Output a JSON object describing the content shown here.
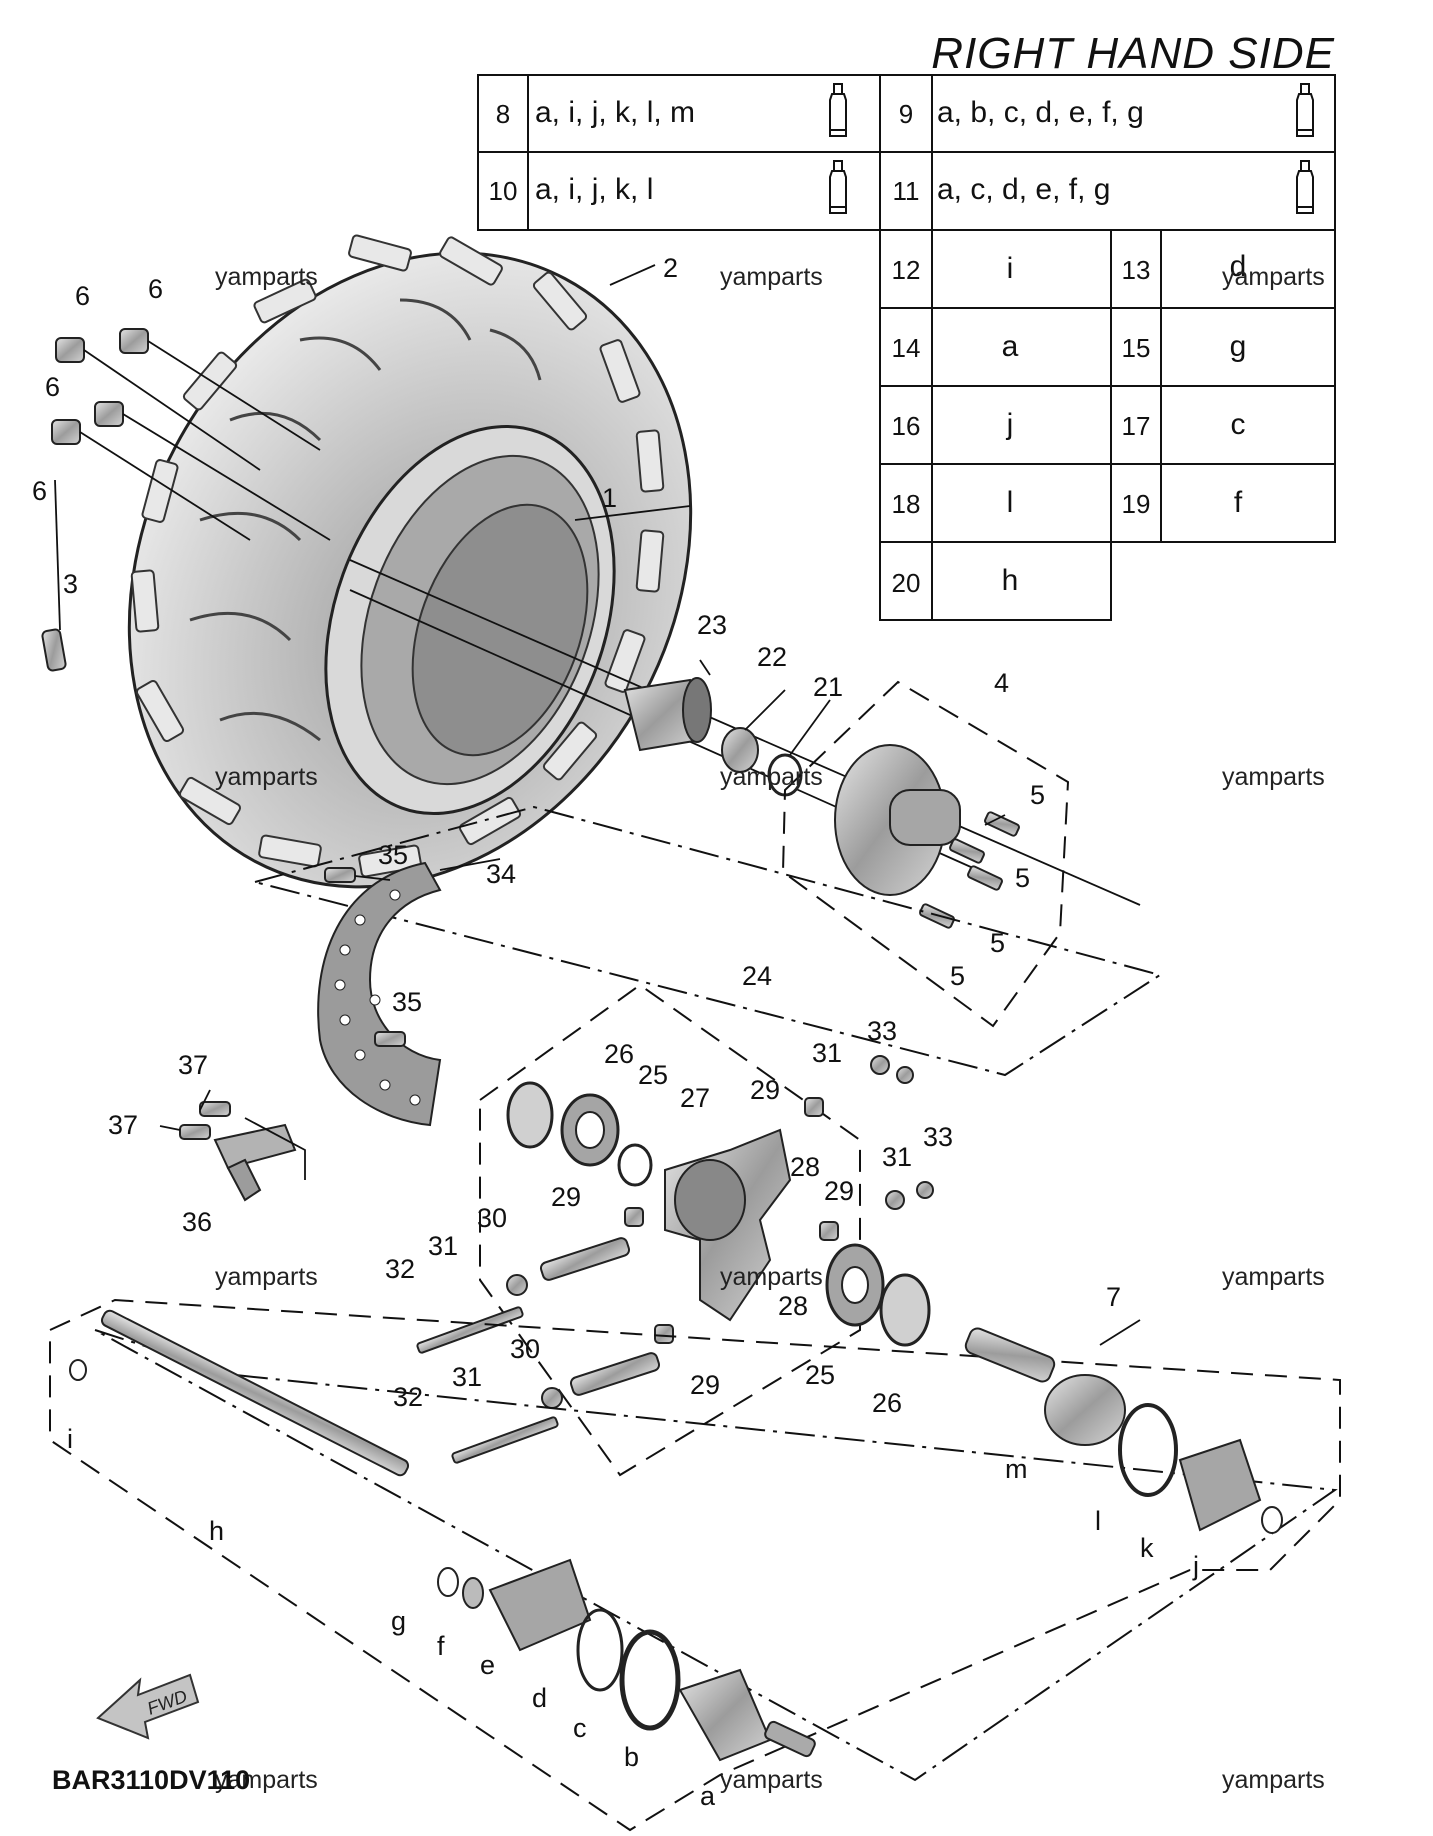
{
  "title": "RIGHT HAND SIDE",
  "diagram_code": "BAR3110DV110",
  "watermark": "yamparts",
  "fwd_label": "FWD",
  "lube_table": [
    {
      "no": "8",
      "parts": "a, i, j, k, l, m",
      "icon": "grease-tube-icon"
    },
    {
      "no": "9",
      "parts": "a, b, c, d, e, f, g",
      "icon": "grease-tube-icon"
    },
    {
      "no": "10",
      "parts": "a, i, j, k, l",
      "icon": "grease-tube-icon"
    },
    {
      "no": "11",
      "parts": "a, c, d, e, f, g",
      "icon": "grease-tube-icon"
    }
  ],
  "letter_table": [
    {
      "no": "12",
      "letter": "i"
    },
    {
      "no": "13",
      "letter": "d"
    },
    {
      "no": "14",
      "letter": "a"
    },
    {
      "no": "15",
      "letter": "g"
    },
    {
      "no": "16",
      "letter": "j"
    },
    {
      "no": "17",
      "letter": "c"
    },
    {
      "no": "18",
      "letter": "l"
    },
    {
      "no": "19",
      "letter": "f"
    },
    {
      "no": "20",
      "letter": "h"
    }
  ],
  "callouts": {
    "p1": "1",
    "p2": "2",
    "p3": "3",
    "p4": "4",
    "p5": "5",
    "p6": "6",
    "p7": "7",
    "p21": "21",
    "p22": "22",
    "p23": "23",
    "p24": "24",
    "p25": "25",
    "p26": "26",
    "p27": "27",
    "p28": "28",
    "p29": "29",
    "p30": "30",
    "p31": "31",
    "p32": "32",
    "p33": "33",
    "p34": "34",
    "p35": "35",
    "p36": "36",
    "p37": "37",
    "la": "a",
    "lb": "b",
    "lc": "c",
    "ld": "d",
    "le": "e",
    "lf": "f",
    "lg": "g",
    "lh": "h",
    "li": "i",
    "lj": "j",
    "lk": "k",
    "ll": "l",
    "lm": "m"
  },
  "colors": {
    "line": "#111111",
    "part_fill": "#bdbdbd",
    "background": "#ffffff"
  }
}
